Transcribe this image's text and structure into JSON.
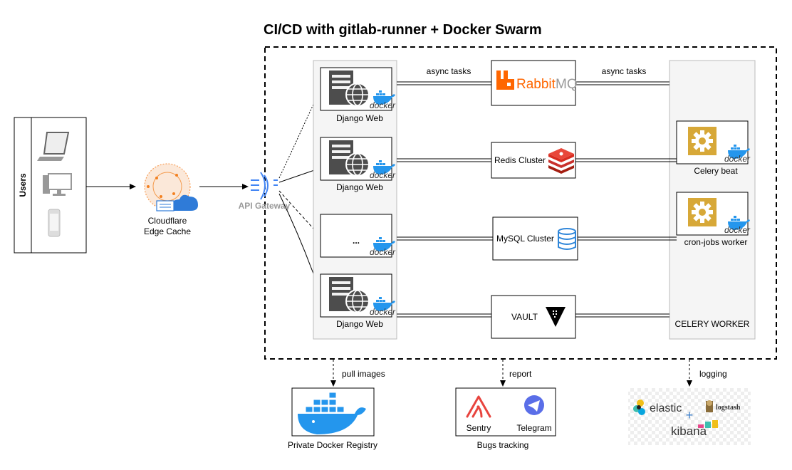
{
  "title": "CI/CD with gitlab-runner + Docker Swarm",
  "users": {
    "label": "Users"
  },
  "cloudflare": {
    "label_line1": "Cloudflare",
    "label_line2": "Edge Cache"
  },
  "api_gateway": {
    "label": "API Gateway"
  },
  "web_nodes": [
    {
      "label": "Django Web",
      "badge": "docker"
    },
    {
      "label": "Django Web",
      "badge": "docker"
    },
    {
      "label": "...",
      "badge": "docker"
    },
    {
      "label": "Django Web",
      "badge": "docker"
    }
  ],
  "services": {
    "rabbitmq": {
      "part1": "Rabbit",
      "part2": "MQ"
    },
    "redis": {
      "label": "Redis Cluster"
    },
    "mysql": {
      "label": "MySQL Cluster"
    },
    "vault": {
      "label": "VAULT"
    }
  },
  "edges": {
    "async_left": "async tasks",
    "async_right": "async tasks",
    "pull_images": "pull images",
    "report": "report",
    "logging": "logging"
  },
  "celery": {
    "beat": "Celery beat",
    "cron": "cron-jobs worker",
    "worker": "CELERY WORKER",
    "badge": "docker"
  },
  "registry": {
    "label": "Private Docker Registry"
  },
  "bugs": {
    "sentry": "Sentry",
    "telegram": "Telegram",
    "label": "Bugs tracking"
  },
  "elk": {
    "elastic": "elastic",
    "logstash": "logstash",
    "kibana": "kibana",
    "plus": "+"
  },
  "colors": {
    "rabbit": "#ff6600",
    "redis": "#c9302c",
    "mysql": "#2f86d9",
    "docker": "#2496ed",
    "gear": "#d7a838",
    "sentry": "#e8443e",
    "telegram": "#5a6ee8"
  }
}
